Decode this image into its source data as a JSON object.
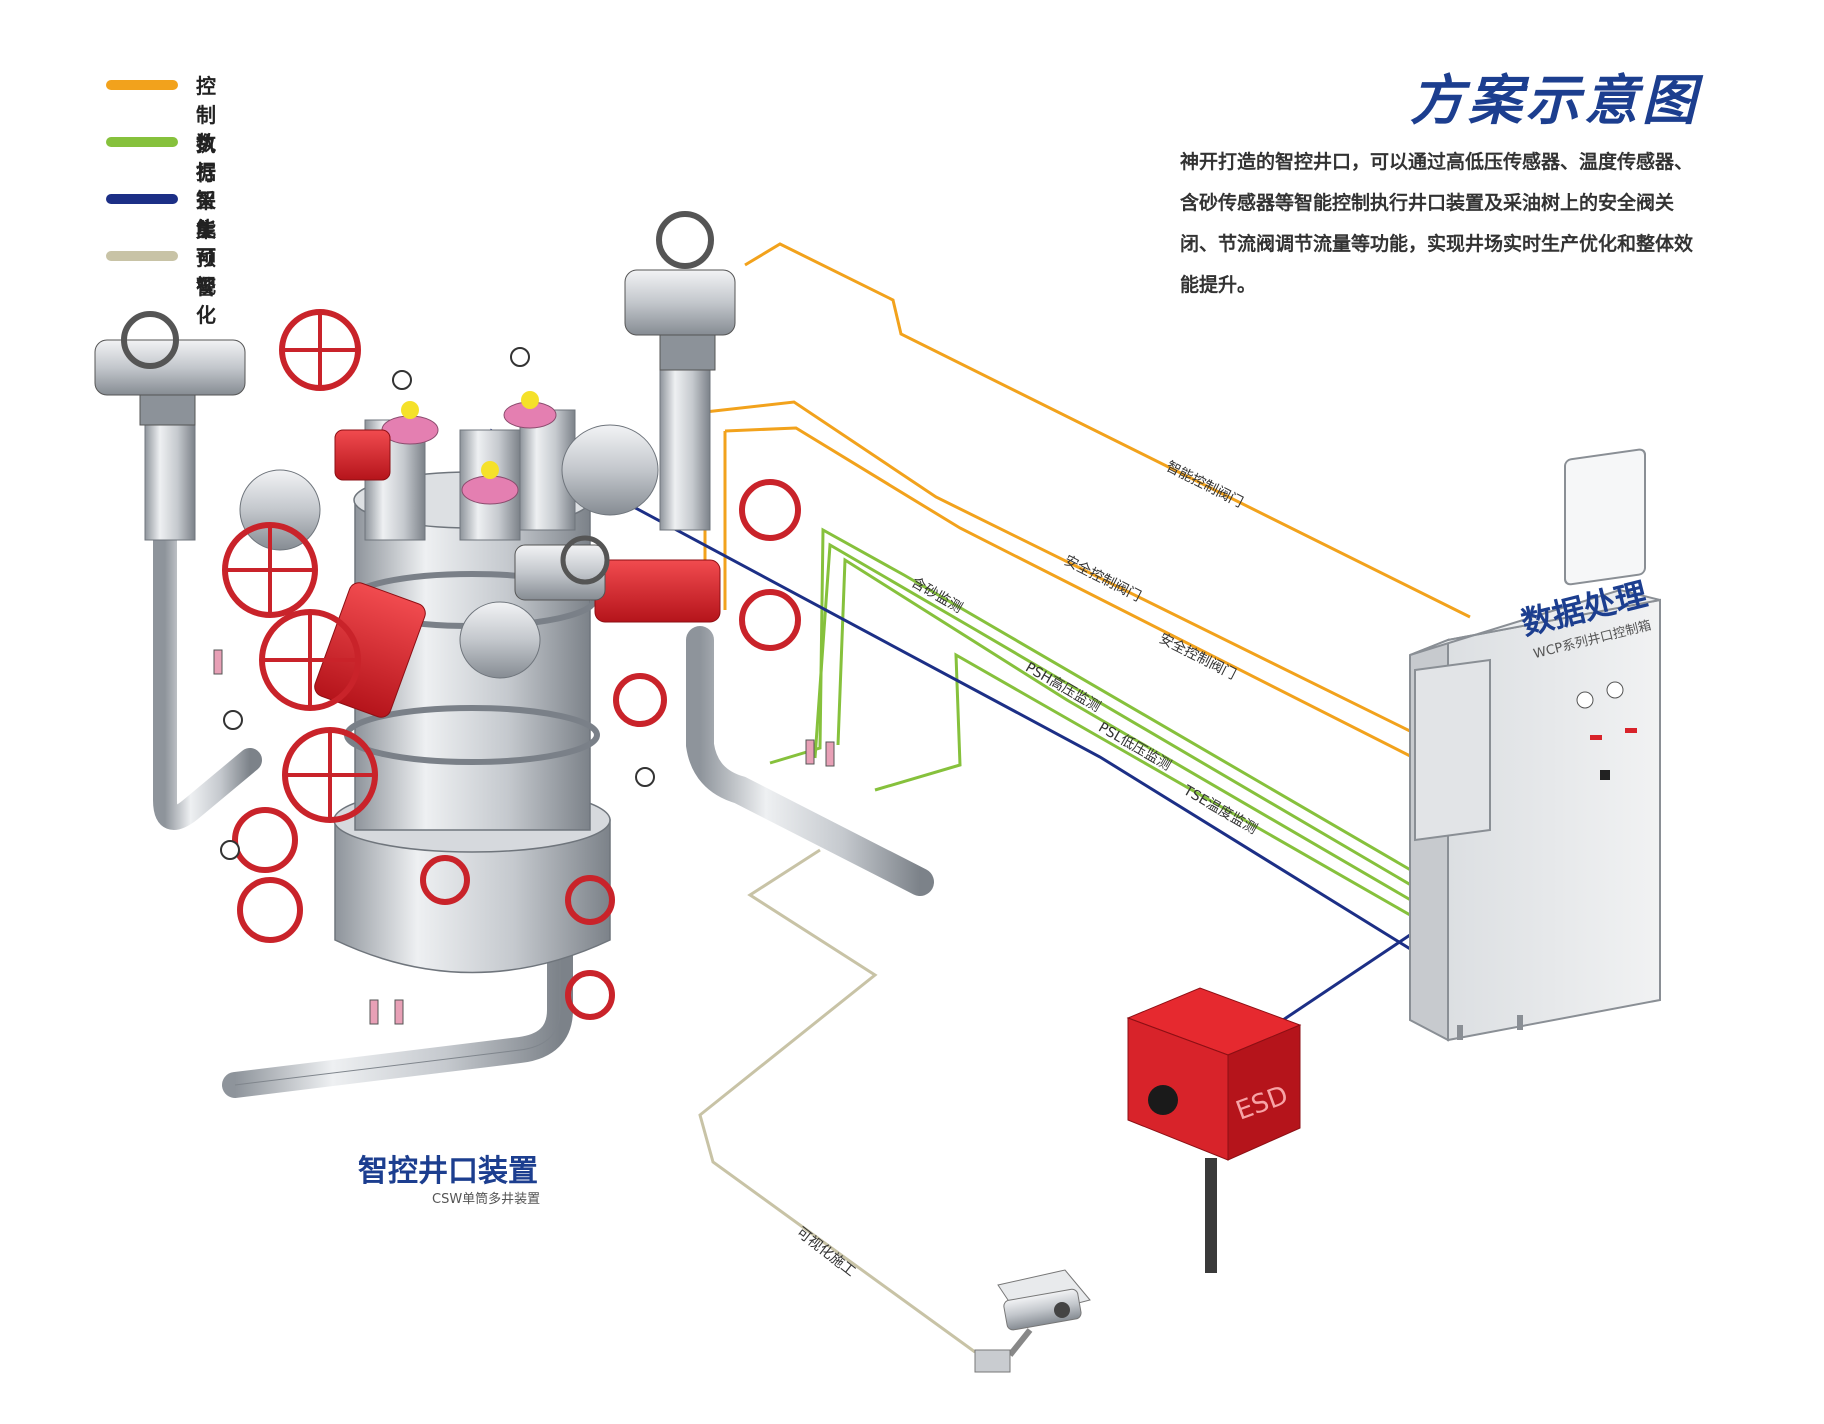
{
  "legend": [
    {
      "label": "控制执行",
      "color": "#f2a21c"
    },
    {
      "label": "数据采集",
      "color": "#86c13c"
    },
    {
      "label": "智能预警",
      "color": "#1c2f86"
    },
    {
      "label": "可视化",
      "color": "#c8c3a6"
    }
  ],
  "title": "方案示意图",
  "description": "神开打造的智控井口，可以通过高低压传感器、温度传感器、含砂传感器等智能控制执行井口装置及采油树上的安全阀关闭、节流阀调节流量等功能，实现井场实时生产优化和整体效能提升。",
  "wellhead": {
    "title": "智控井口装置",
    "subtitle": "CSW单筒多井装置"
  },
  "control_box": {
    "title": "数据处理",
    "subtitle": "WCP系列井口控制箱"
  },
  "esd_label": "ESD",
  "line_labels": {
    "smart_valve": "智能控制阀门",
    "safety_valve_1": "安全控制阀门",
    "safety_valve_2": "安全控制阀门",
    "sand": "含砂监测",
    "psh": "PSH高压监测",
    "psl": "PSL低压监测",
    "tse": "TSE温度监测",
    "video": "可视化施工"
  },
  "colors": {
    "accent_blue": "#1c3e8f",
    "valve_red": "#d8232a",
    "steel": "#c9cdd2"
  }
}
